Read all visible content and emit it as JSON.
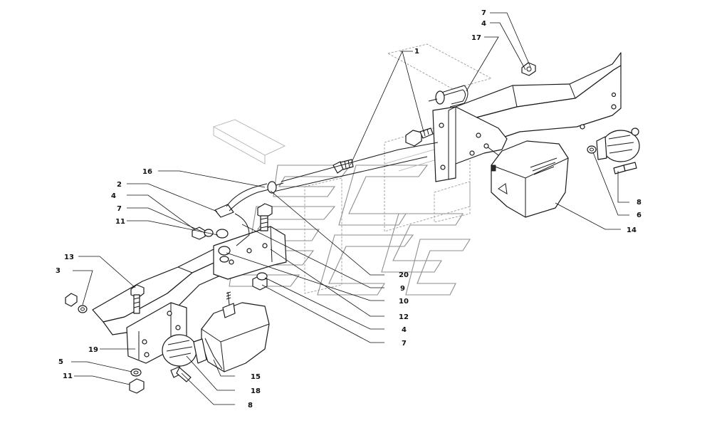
{
  "callouts": [
    {
      "id": "c-1",
      "text": "1"
    },
    {
      "id": "c-7a",
      "text": "7"
    },
    {
      "id": "c-4a",
      "text": "4"
    },
    {
      "id": "c-17",
      "text": "17"
    },
    {
      "id": "c-16",
      "text": "16"
    },
    {
      "id": "c-2",
      "text": "2"
    },
    {
      "id": "c-4b",
      "text": "4"
    },
    {
      "id": "c-7b",
      "text": "7"
    },
    {
      "id": "c-11a",
      "text": "11"
    },
    {
      "id": "c-13",
      "text": "13"
    },
    {
      "id": "c-3",
      "text": "3"
    },
    {
      "id": "c-19",
      "text": "19"
    },
    {
      "id": "c-5",
      "text": "5"
    },
    {
      "id": "c-11b",
      "text": "11"
    },
    {
      "id": "c-8a",
      "text": "8"
    },
    {
      "id": "c-6",
      "text": "6"
    },
    {
      "id": "c-14",
      "text": "14"
    },
    {
      "id": "c-20",
      "text": "20"
    },
    {
      "id": "c-9",
      "text": "9"
    },
    {
      "id": "c-10",
      "text": "10"
    },
    {
      "id": "c-12",
      "text": "12"
    },
    {
      "id": "c-4c",
      "text": "4"
    },
    {
      "id": "c-7c",
      "text": "7"
    },
    {
      "id": "c-15",
      "text": "15"
    },
    {
      "id": "c-18",
      "text": "18"
    },
    {
      "id": "c-8b",
      "text": "8"
    }
  ]
}
